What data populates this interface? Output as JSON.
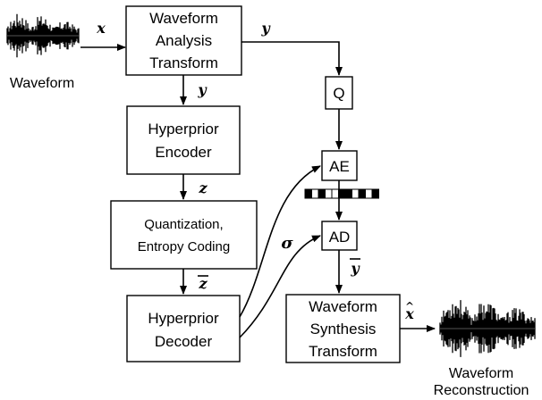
{
  "input_waveform_label": "Waveform",
  "output_waveform_label": [
    "Waveform",
    "Reconstruction"
  ],
  "analysis_transform": [
    "Waveform",
    "Analysis",
    "Transform"
  ],
  "quantizer": "Q",
  "arithmetic_encoder": "AE",
  "arithmetic_decoder": "AD",
  "hyperprior_encoder": [
    "Hyperprior",
    "Encoder"
  ],
  "quantization_entropy": [
    "Quantization,",
    "Entropy Coding"
  ],
  "hyperprior_decoder": [
    "Hyperprior",
    "Decoder"
  ],
  "synthesis_transform": [
    "Waveform",
    "Synthesis",
    "Transform"
  ],
  "symbols": {
    "x": "x",
    "y_top": "y",
    "y_down": "y",
    "z": "z",
    "z_bar": "z",
    "sigma": "σ",
    "y_bar": "y",
    "x_hat": "x"
  }
}
